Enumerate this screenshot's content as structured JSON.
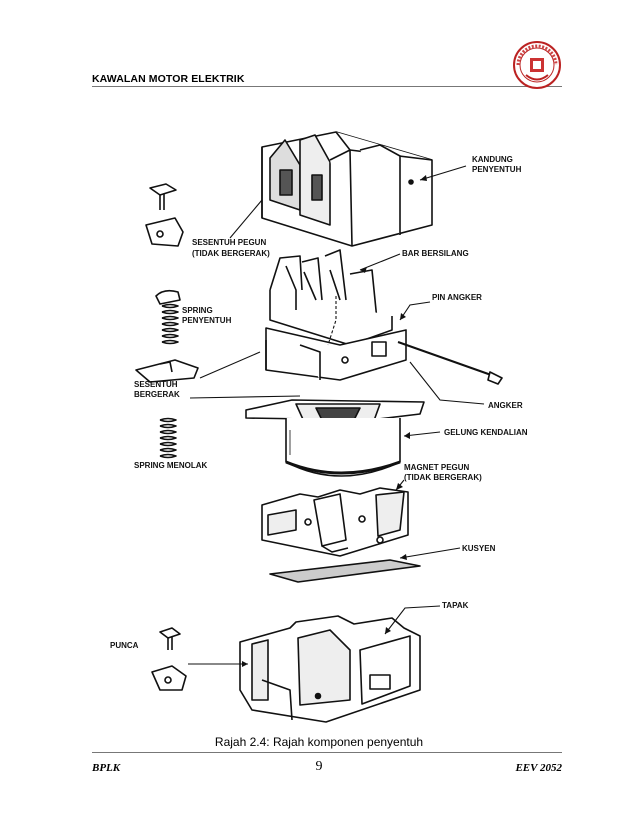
{
  "header": {
    "title": "KAWALAN MOTOR ELEKTRIK"
  },
  "figure": {
    "caption": "Rajah 2.4: Rajah komponen penyentuh",
    "labels": {
      "kandung_1": "KANDUNG",
      "kandung_2": "PENYENTUH",
      "sesentuh_pegun_1": "SESENTUH PEGUN",
      "sesentuh_pegun_2": "(TIDAK BERGERAK)",
      "bar_bersilang": "BAR BERSILANG",
      "spring_1": "SPRING",
      "spring_2": "PENYENTUH",
      "pin_angker": "PIN ANGKER",
      "sesentuh_bergerak_1": "SESENTUH",
      "sesentuh_bergerak_2": "BERGERAK",
      "angker": "ANGKER",
      "gelung_kendalian": "GELUNG KENDALIAN",
      "spring_menolak": "SPRING MENOLAK",
      "magnet_pegun_1": "MAGNET PEGUN",
      "magnet_pegun_2": "(TIDAK BERGERAK)",
      "kusyen": "KUSYEN",
      "tapak": "TAPAK",
      "punca": "PUNCA"
    }
  },
  "footer": {
    "left": "BPLK",
    "page": "9",
    "right": "EEV 2052"
  }
}
